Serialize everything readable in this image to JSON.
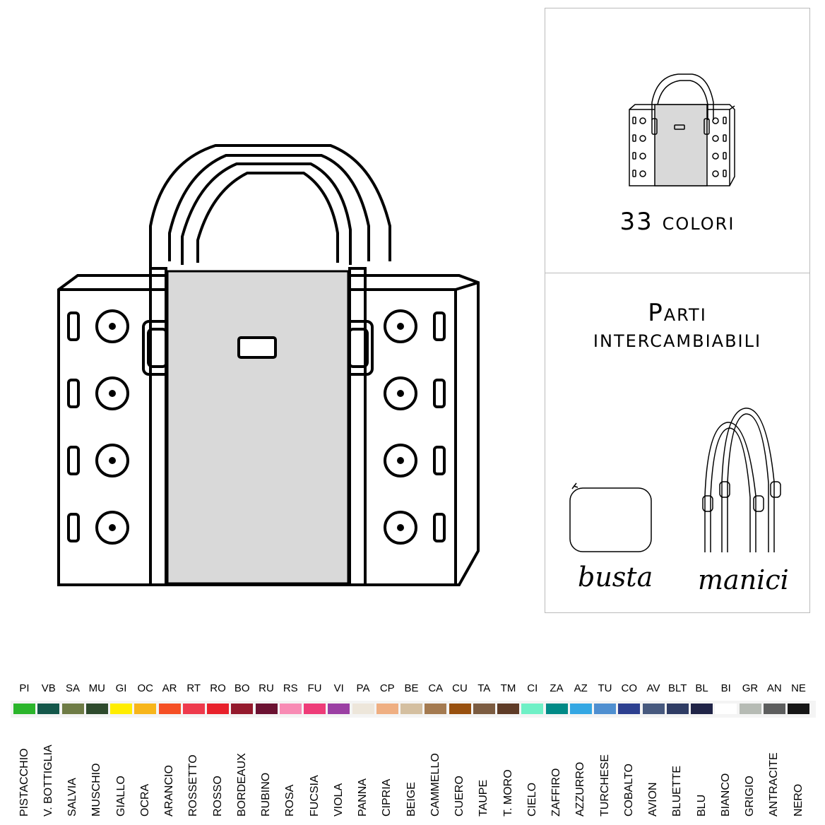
{
  "info_panel": {
    "colors_count": "33 colori",
    "parts_title_line1": "Parti",
    "parts_title_line2": "intercambiabili",
    "part_busta": "busta",
    "part_manici": "manici"
  },
  "palette": [
    {
      "code": "PI",
      "name": "PISTACCHIO",
      "color": "#2bb52b"
    },
    {
      "code": "VB",
      "name": "V. BOTTIGLIA",
      "color": "#14574a"
    },
    {
      "code": "SA",
      "name": "SALVIA",
      "color": "#6e7b45"
    },
    {
      "code": "MU",
      "name": "MUSCHIO",
      "color": "#2e4a2c"
    },
    {
      "code": "GI",
      "name": "GIALLO",
      "color": "#ffed00"
    },
    {
      "code": "OC",
      "name": "OCRA",
      "color": "#f7b51a"
    },
    {
      "code": "AR",
      "name": "ARANCIO",
      "color": "#f54f24"
    },
    {
      "code": "RT",
      "name": "ROSSETTO",
      "color": "#ee3a4c"
    },
    {
      "code": "RO",
      "name": "ROSSO",
      "color": "#e8212b"
    },
    {
      "code": "BO",
      "name": "BORDEAUX",
      "color": "#94192c"
    },
    {
      "code": "RU",
      "name": "RUBINO",
      "color": "#6b1131"
    },
    {
      "code": "RS",
      "name": "ROSA",
      "color": "#f88bb4"
    },
    {
      "code": "FU",
      "name": "FUCSIA",
      "color": "#ee3c78"
    },
    {
      "code": "VI",
      "name": "VIOLA",
      "color": "#9b3fa3"
    },
    {
      "code": "PA",
      "name": "PANNA",
      "color": "#ede6da"
    },
    {
      "code": "CP",
      "name": "CIPRIA",
      "color": "#efaf82"
    },
    {
      "code": "BE",
      "name": "BEIGE",
      "color": "#d4bfa0"
    },
    {
      "code": "CA",
      "name": "CAMMELLO",
      "color": "#a47a50"
    },
    {
      "code": "CU",
      "name": "CUERO",
      "color": "#98500e"
    },
    {
      "code": "TA",
      "name": "TAUPE",
      "color": "#7b5b40"
    },
    {
      "code": "TM",
      "name": "T. MORO",
      "color": "#5e3b26"
    },
    {
      "code": "CI",
      "name": "CIELO",
      "color": "#6ff0c6"
    },
    {
      "code": "ZA",
      "name": "ZAFFIRO",
      "color": "#008a86"
    },
    {
      "code": "AZ",
      "name": "AZZURRO",
      "color": "#34a7e3"
    },
    {
      "code": "TU",
      "name": "TURCHESE",
      "color": "#4f8fd0"
    },
    {
      "code": "CO",
      "name": "COBALTO",
      "color": "#2c3f8f"
    },
    {
      "code": "AV",
      "name": "AVION",
      "color": "#47597e"
    },
    {
      "code": "BLT",
      "name": "BLUETTE",
      "color": "#2f3c64"
    },
    {
      "code": "BL",
      "name": "BLU",
      "color": "#202447"
    },
    {
      "code": "BI",
      "name": "BIANCO",
      "color": "#ffffff"
    },
    {
      "code": "GR",
      "name": "GRIGIO",
      "color": "#b6bbb4"
    },
    {
      "code": "AN",
      "name": "ANTRACITE",
      "color": "#5d5e5e"
    },
    {
      "code": "NE",
      "name": "NERO",
      "color": "#161616"
    }
  ]
}
